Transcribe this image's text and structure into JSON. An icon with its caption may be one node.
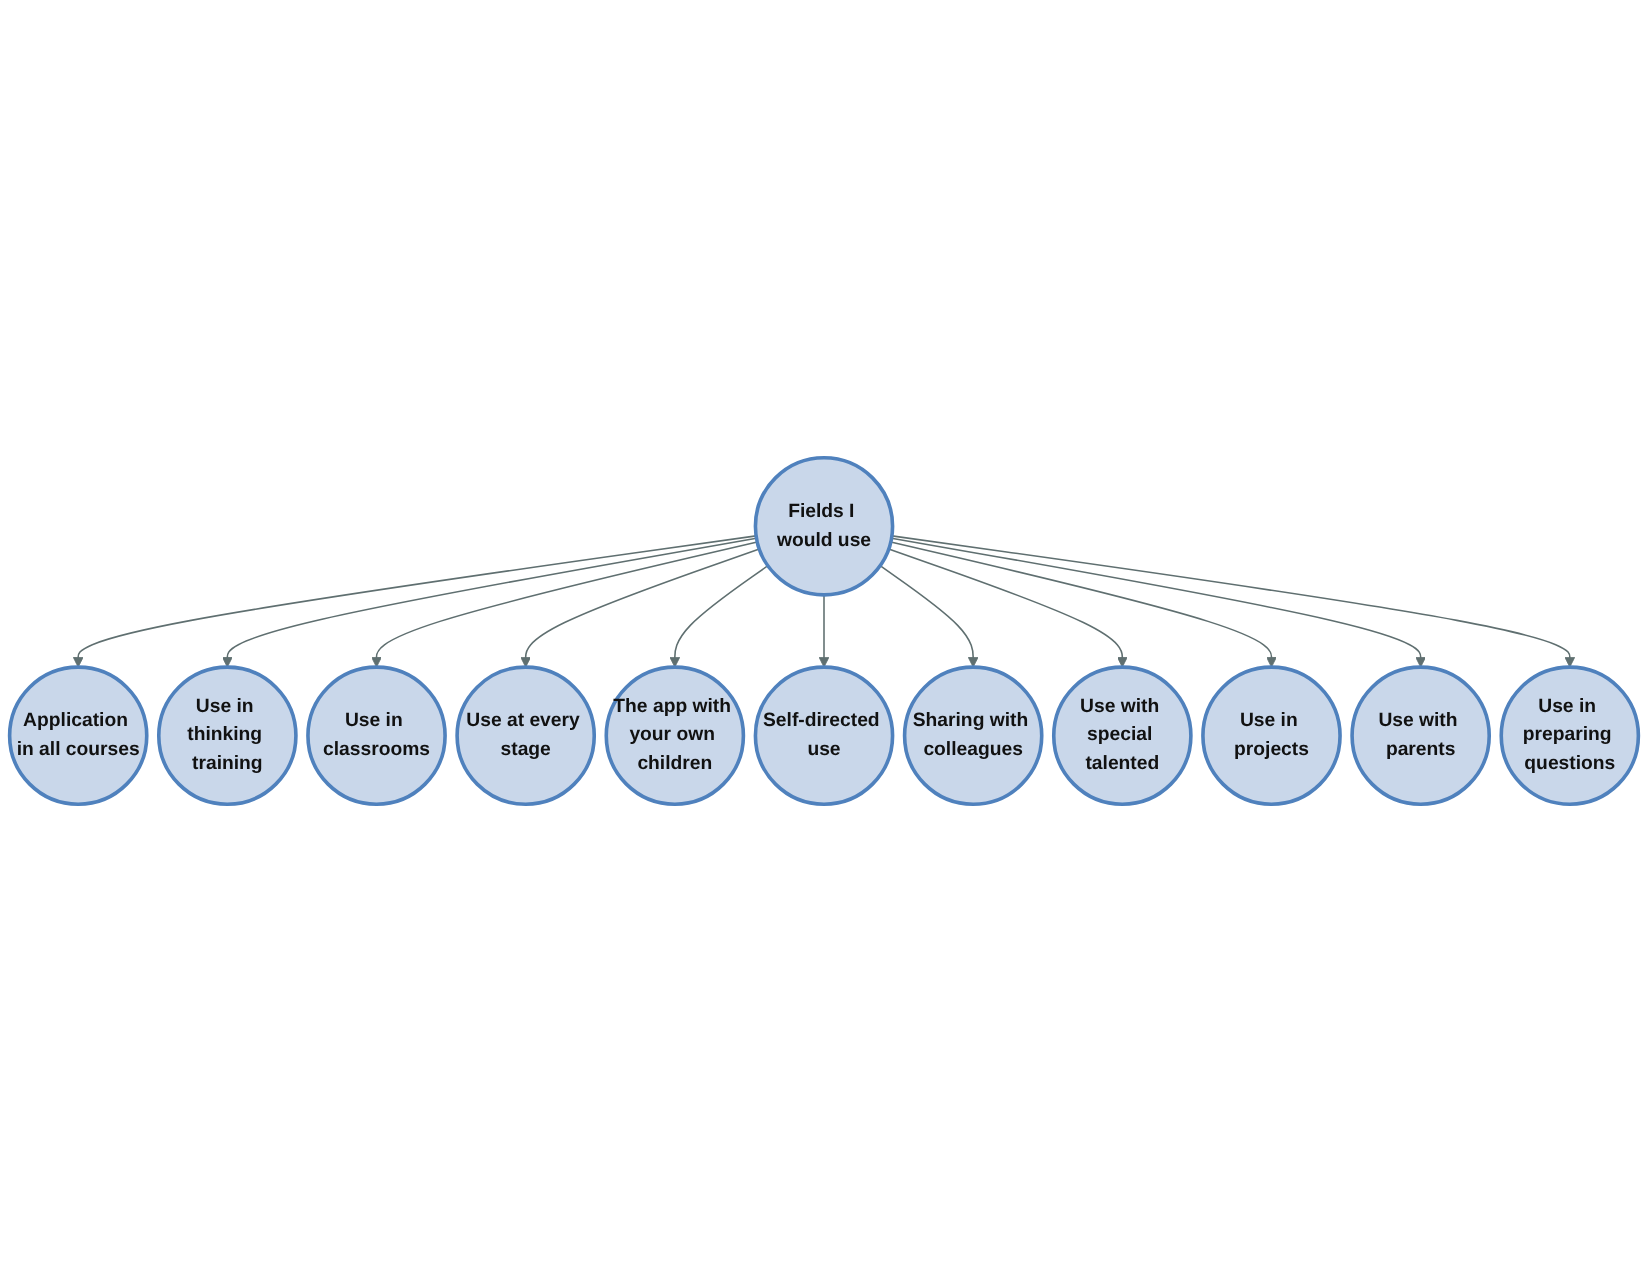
{
  "diagram": {
    "nodes": [
      {
        "text": [
          "Fields I would use"
        ]
      },
      {
        "text": [
          "Application in all courses"
        ]
      },
      {
        "text": [
          "Use in thinking training"
        ]
      },
      {
        "text": [
          "Use in classrooms"
        ]
      },
      {
        "text": [
          "Use at every stage"
        ]
      },
      {
        "text": [
          "The app with your own children"
        ]
      },
      {
        "text": [
          "Self-directed use"
        ]
      },
      {
        "text": [
          "Sharing with colleagues"
        ]
      },
      {
        "text": [
          "Use with special talented"
        ]
      },
      {
        "text": [
          "Use in projects"
        ]
      },
      {
        "text": [
          "Use with parents"
        ]
      },
      {
        "text": [
          "Use in preparing questions"
        ]
      }
    ],
    "edges": [
      {
        "from": 0,
        "to": 1,
        "arrow": "to"
      },
      {
        "from": 0,
        "to": 2,
        "arrow": "to"
      },
      {
        "from": 0,
        "to": 3,
        "arrow": "to"
      },
      {
        "from": 0,
        "to": 4,
        "arrow": "to"
      },
      {
        "from": 0,
        "to": 5,
        "arrow": "to"
      },
      {
        "from": 0,
        "to": 6,
        "arrow": "to"
      },
      {
        "from": 0,
        "to": 7,
        "arrow": "to"
      },
      {
        "from": 0,
        "to": 8,
        "arrow": "to"
      },
      {
        "from": 0,
        "to": 9,
        "arrow": "to"
      },
      {
        "from": 0,
        "to": 10,
        "arrow": "to"
      },
      {
        "from": 0,
        "to": 11,
        "arrow": "to"
      }
    ]
  }
}
